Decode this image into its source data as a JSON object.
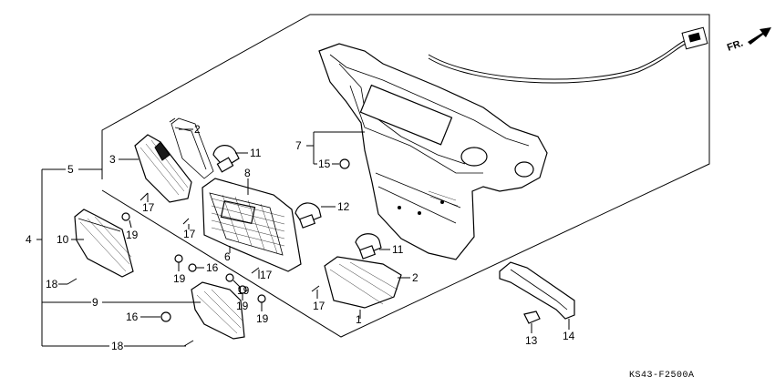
{
  "direction_label": "FR.",
  "figure_code": "KS43-F2500A",
  "callouts": [
    {
      "num": "1"
    },
    {
      "num": "2"
    },
    {
      "num": "2"
    },
    {
      "num": "3"
    },
    {
      "num": "4"
    },
    {
      "num": "5"
    },
    {
      "num": "6"
    },
    {
      "num": "7"
    },
    {
      "num": "8"
    },
    {
      "num": "9"
    },
    {
      "num": "10"
    },
    {
      "num": "11"
    },
    {
      "num": "11"
    },
    {
      "num": "12"
    },
    {
      "num": "13"
    },
    {
      "num": "14"
    },
    {
      "num": "15"
    },
    {
      "num": "16"
    },
    {
      "num": "16"
    },
    {
      "num": "17"
    },
    {
      "num": "17"
    },
    {
      "num": "17"
    },
    {
      "num": "17"
    },
    {
      "num": "18"
    },
    {
      "num": "18"
    },
    {
      "num": "19"
    },
    {
      "num": "19"
    },
    {
      "num": "19"
    },
    {
      "num": "19"
    },
    {
      "num": "19"
    }
  ]
}
